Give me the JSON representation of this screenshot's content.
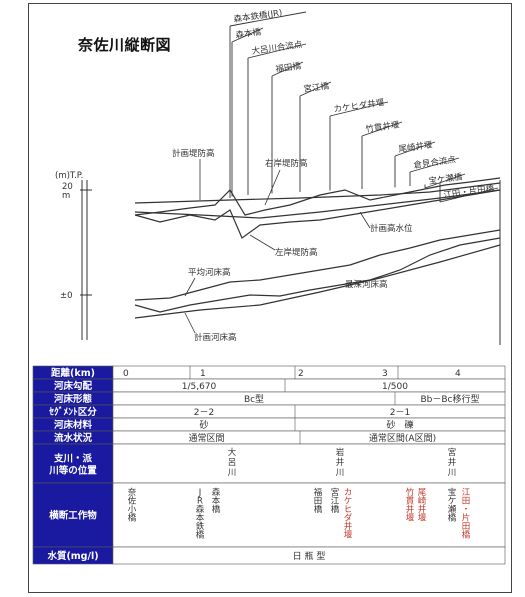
{
  "title": "奈佐川縦断図",
  "y_axis": {
    "unit": "(m)T.P.",
    "top_value": "20",
    "top_unit": "m",
    "zero_label": "±0"
  },
  "bridges": [
    "森本鉄橋(JR)",
    "森本橋",
    "大呂川合流点",
    "福田橋",
    "宮江橋",
    "カケヒダ井堰",
    "竹貫井堰",
    "尾崎井堰",
    "倉見合流点",
    "宝ケ瀬橋",
    "江田・片田橋"
  ],
  "line_labels": {
    "plan_levee": "計画堤防高",
    "right_levee": "右岸堤防高",
    "plan_flood": "計画高水位",
    "left_levee": "左岸堤防高",
    "avg_bed": "平均河床高",
    "deep_bed": "最深河床高",
    "plan_bed": "計画河床高"
  },
  "table": {
    "rows": [
      {
        "header": "距離(km)",
        "cells": [
          "0",
          "1",
          "2",
          "3",
          "4"
        ]
      },
      {
        "header": "河床勾配",
        "cells": [
          "1/5,670",
          "1/500"
        ]
      },
      {
        "header": "河床形態",
        "cells": [
          "Bc型",
          "Bb－Bc移行型"
        ]
      },
      {
        "header": "ｾｸﾞﾒﾝﾄ区分",
        "cells": [
          "2－2",
          "2－1"
        ]
      },
      {
        "header": "河床材料",
        "cells": [
          "砂",
          "砂　礫"
        ]
      },
      {
        "header": "流水状況",
        "cells": [
          "通常区間",
          "通常区間(A区間)"
        ]
      },
      {
        "header": "支川・派川等の位置",
        "cells": [
          "大呂川",
          "岩井川",
          "宮井川"
        ]
      },
      {
        "header": "横断工作物",
        "cells": [
          "奈佐小橋",
          "JR森本鉄橋",
          "森本橋",
          "福田橋",
          "宮江橋",
          "カケヒダ井堰",
          "竹貫井堰",
          "尾崎井堰",
          "宝ケ瀬橋",
          "江田・片田橋"
        ]
      },
      {
        "header": "水質(mg/l)",
        "cells": [
          "日 瓶 型"
        ]
      }
    ]
  },
  "colors": {
    "header_bg": "#1a1aa0",
    "red_text": "#c0392b",
    "line": "#333333"
  }
}
